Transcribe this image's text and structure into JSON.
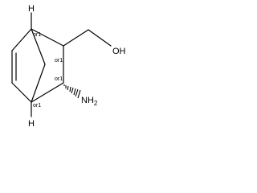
{
  "molecule": {
    "atoms": {
      "h_top": "H",
      "h_bottom": "H",
      "oh": "OH",
      "nh2_main": "NH",
      "nh2_sub": "2"
    },
    "stereo_labels": [
      "or1",
      "or1",
      "or1",
      "or1"
    ]
  },
  "colors": {
    "bond": "#000000",
    "text": "#000000",
    "background": "#ffffff"
  }
}
